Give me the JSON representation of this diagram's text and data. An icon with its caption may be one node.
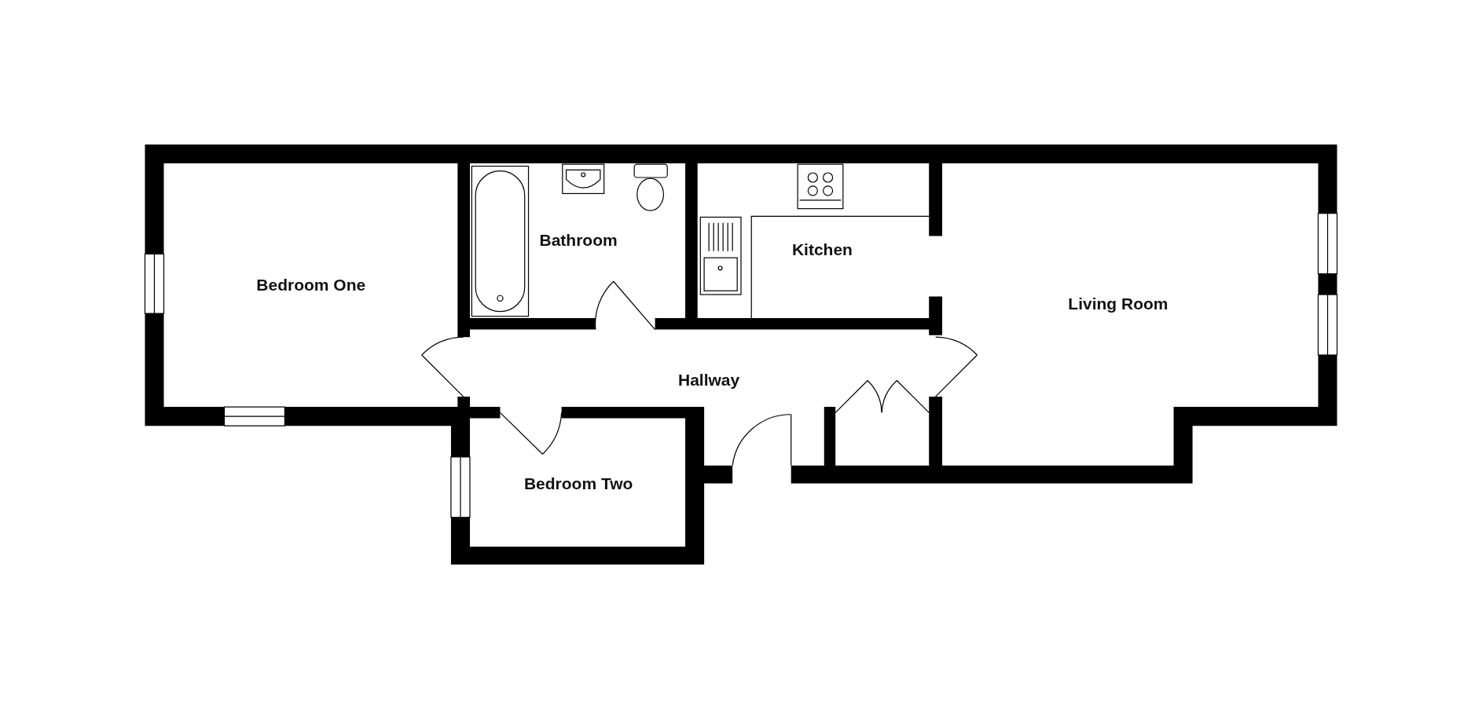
{
  "diagram": {
    "nodes": [
      {
        "text": [
          "Bathroom"
        ]
      },
      {
        "text": [
          "Kitchen"
        ]
      },
      {
        "text": [
          "Bedroom One"
        ]
      },
      {
        "text": [
          "Living Room"
        ]
      },
      {
        "text": [
          "Hallway"
        ]
      },
      {
        "text": [
          "Bedroom Two"
        ]
      }
    ]
  }
}
